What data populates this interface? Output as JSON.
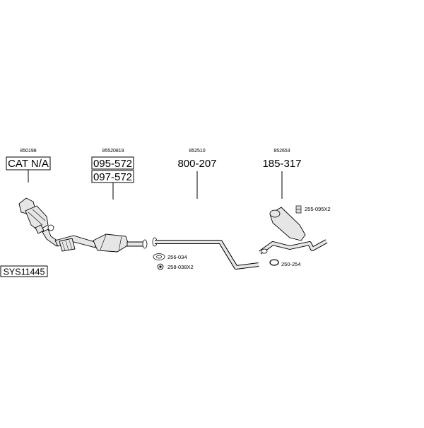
{
  "parts": [
    {
      "ref": "850198",
      "codes": [
        "CAT N/A"
      ]
    },
    {
      "ref": "95520819",
      "codes": [
        "095-572",
        "097-572"
      ]
    },
    {
      "ref": "852510",
      "codes": [
        "800-207"
      ]
    },
    {
      "ref": "852653",
      "codes": [
        "185-317"
      ]
    }
  ],
  "fittings": [
    {
      "label": "256-034",
      "icon": "gasket-icon"
    },
    {
      "label": "258-038X2",
      "icon": "nut-icon"
    },
    {
      "label": "255-095X2",
      "icon": "rubber-mount-icon"
    },
    {
      "label": "250-254",
      "icon": "clamp-icon"
    }
  ],
  "system": {
    "code": "SYS11445"
  }
}
